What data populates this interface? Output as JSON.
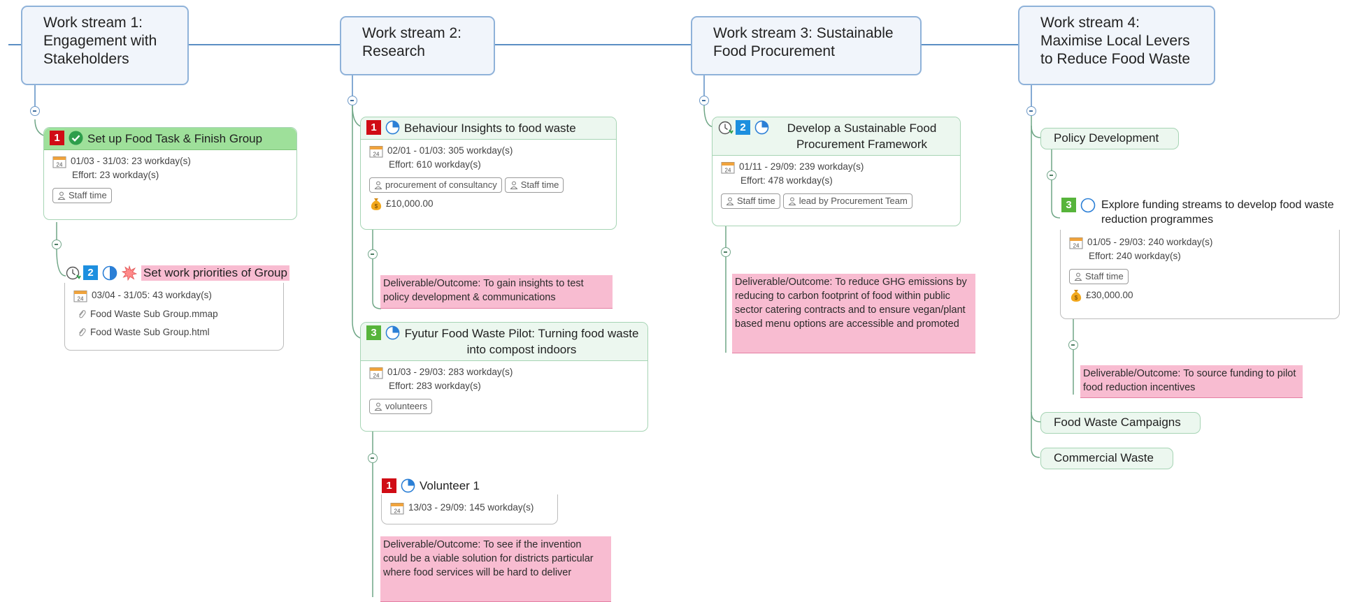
{
  "workstreams": [
    {
      "title": "Work stream 1: Engagement with Stakeholders"
    },
    {
      "title": "Work stream 2: Research"
    },
    {
      "title": "Work stream 3: Sustainable Food Procurement"
    },
    {
      "title": "Work stream 4: Maximise Local Levers to Reduce Food Waste"
    }
  ],
  "ws1": {
    "task1": {
      "priority": "1",
      "title": "Set up Food Task & Finish Group",
      "dates": "01/03 - 31/03: 23 workday(s)",
      "effort": "Effort: 23 workday(s)",
      "tags": [
        "Staff time"
      ]
    },
    "task2": {
      "priority": "2",
      "title": "Set work priorities of Group",
      "dates": "03/04 - 31/05: 43 workday(s)",
      "links": [
        "Food Waste Sub Group.mmap",
        "Food Waste Sub Group.html"
      ]
    }
  },
  "ws2": {
    "task1": {
      "priority": "1",
      "title": "Behaviour Insights to food waste",
      "dates": "02/01 - 01/03: 305 workday(s)",
      "effort": "Effort: 610 workday(s)",
      "tags": [
        "procurement of consultancy",
        "Staff time"
      ],
      "cost": "£10,000.00",
      "outcome": "Deliverable/Outcome: To gain insights to test policy development & communications"
    },
    "task2": {
      "priority": "3",
      "title": "Fyutur Food Waste Pilot: Turning food waste into compost indoors",
      "dates": "01/03 - 29/03: 283 workday(s)",
      "effort": "Effort: 283 workday(s)",
      "tags": [
        "volunteers"
      ]
    },
    "task3": {
      "priority": "1",
      "title": "Volunteer 1",
      "dates": "13/03 - 29/09: 145 workday(s)",
      "outcome": "Deliverable/Outcome: To see if the invention could be a viable solution for districts particular where food services will be hard to deliver"
    }
  },
  "ws3": {
    "task1": {
      "priority": "2",
      "title": "Develop a Sustainable Food Procurement Framework",
      "dates": "01/11 - 29/09: 239 workday(s)",
      "effort": "Effort: 478 workday(s)",
      "tags": [
        "Staff time",
        "lead by Procurement Team"
      ],
      "outcome": "Deliverable/Outcome: To reduce GHG emissions by reducing to carbon footprint of food within public sector catering contracts and to ensure vegan/plant based menu options are accessible and promoted"
    }
  },
  "ws4": {
    "policy": "Policy Development",
    "task1": {
      "priority": "3",
      "title": "Explore funding streams to develop food waste reduction programmes",
      "dates": "01/05 - 29/03: 240 workday(s)",
      "effort": "Effort: 240 workday(s)",
      "tags": [
        "Staff time"
      ],
      "cost": "£30,000.00",
      "outcome": "Deliverable/Outcome: To source funding to pilot food reduction incentives"
    },
    "campaigns": "Food Waste Campaigns",
    "commercial": "Commercial Waste"
  },
  "colors": {
    "priority_red": "#d00c15",
    "priority_blue": "#1d8fdf",
    "priority_green": "#57b43b",
    "workstream_border": "#8fb2d9",
    "task_border": "#a6d4b4",
    "outcome_bg": "#f8bcd1"
  },
  "icons": [
    "calendar-icon",
    "person-icon",
    "money-bag-icon",
    "paperclip-icon",
    "checkmark-icon",
    "progress-pie-icon",
    "clock-icon",
    "starburst-icon",
    "collapse-icon"
  ]
}
